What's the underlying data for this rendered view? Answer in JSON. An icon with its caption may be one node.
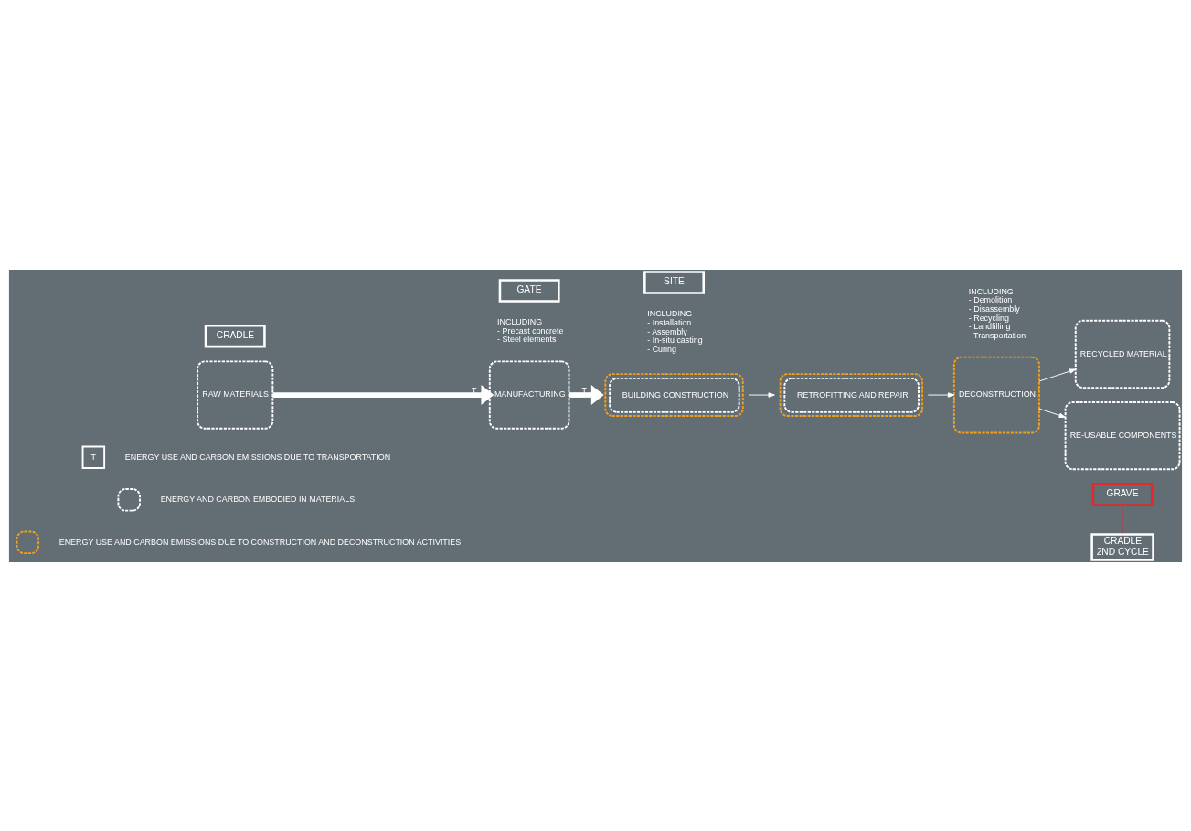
{
  "diagram": {
    "nodes": [
      {
        "text": [
          "CRADLE"
        ]
      },
      {
        "text": [
          "GATE"
        ]
      },
      {
        "text": [
          "SITE"
        ]
      },
      {
        "text": [
          "GRAVE"
        ]
      },
      {
        "text": [
          "RAW MATERIALS"
        ]
      },
      {
        "text": [
          "MANUFACTURING"
        ],
        "beside": [
          "INCLUDING",
          "- Precast concrete",
          "- Steel elements"
        ]
      },
      {
        "text": [
          "BUILDING CONSTRUCTION"
        ],
        "beside": [
          "INCLUDING",
          "- Installation",
          "- Assembly",
          "- In-situ casting",
          "- Curing"
        ]
      },
      {
        "text": [
          "RETROFITTING AND REPAIR"
        ]
      },
      {
        "text": [
          "DECONSTRUCTION"
        ],
        "beside": [
          "INCLUDING",
          "- Demolition",
          "- Disassembly",
          "- Recycling",
          "- Landfilling",
          "- Transportation"
        ]
      },
      {
        "text": [
          "RE-USABLE COMPONENTS"
        ]
      },
      {
        "text": [
          "RECYCLED MATERIAL"
        ]
      },
      {
        "text": [
          "CRADLE 2ND CYCLE"
        ]
      }
    ],
    "edges": [
      {
        "from": 4,
        "to": 5,
        "arrow": "to",
        "label": "T",
        "style": "thick"
      },
      {
        "from": 5,
        "to": 6,
        "arrow": "to",
        "label": "T",
        "style": "thick"
      },
      {
        "from": 6,
        "to": 7,
        "arrow": "to"
      },
      {
        "from": 7,
        "to": 8,
        "arrow": "to"
      },
      {
        "from": 8,
        "to": 9,
        "arrow": "to"
      },
      {
        "from": 8,
        "to": 10,
        "arrow": "to"
      },
      {
        "from": 3,
        "to": 11,
        "arrow": "none",
        "style": "dashed",
        "color": "#e8262a"
      }
    ],
    "labels": [
      "T"
    ],
    "legend": [
      {
        "text": "ENERGY USE AND CARBON EMISSIONS DUE TO TRANSPORTATION"
      },
      {
        "text": "ENERGY AND CARBON EMBODIED IN MATERIALS"
      },
      {
        "text": "ENERGY USE AND CARBON EMISSIONS DUE TO CONSTRUCTION AND DECONSTRUCTION ACTIVITIES"
      }
    ]
  }
}
